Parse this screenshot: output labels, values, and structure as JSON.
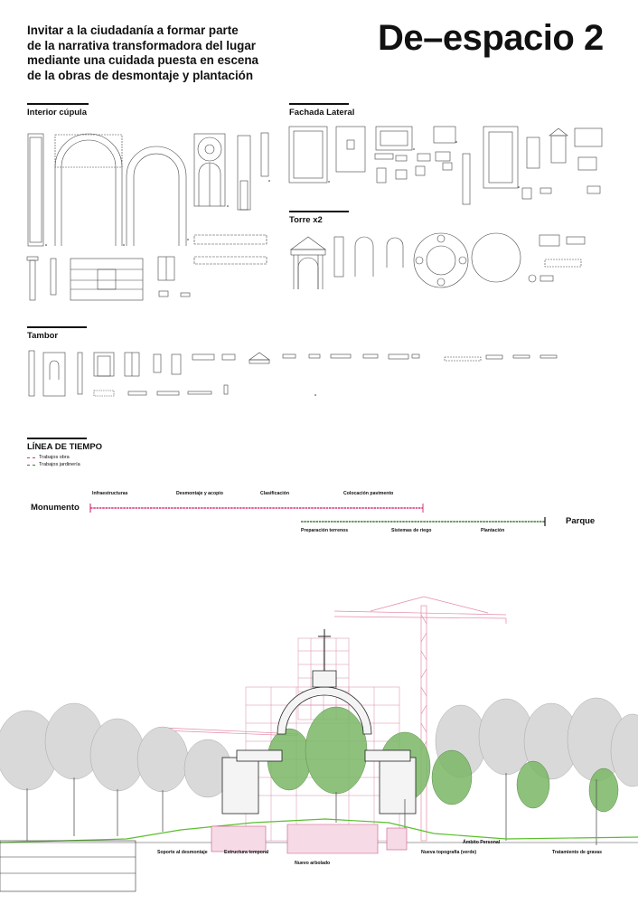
{
  "header": {
    "intro_lines": [
      "Invitar a la ciudadanía a formar parte",
      "de la narrativa transformadora del lugar",
      "mediante una cuidada puesta en escena",
      "de la obras de desmontaje y plantación"
    ],
    "title": "De–espacio 2"
  },
  "sections": {
    "interior_cupula": "Interior cúpula",
    "fachada_lateral": "Fachada Lateral",
    "torre": "Torre x2",
    "tambor": "Tambor"
  },
  "timeline": {
    "title": "LÍNEA DE TIEMPO",
    "legend": [
      {
        "label": "Trabajos obra",
        "color": "#d4367a"
      },
      {
        "label": "Trabajos jardinería",
        "color": "#3b7a2f"
      }
    ],
    "start_label": "Monumento",
    "end_label": "Parque",
    "obra_phases": [
      "Infraestructuras",
      "Desmontaje y acopio",
      "Clasificación",
      "Colocación pavimento"
    ],
    "jardineria_phases": [
      "Preparación terrenos",
      "Sistemas de riego",
      "Plantación"
    ]
  },
  "section_drawing": {
    "labels": [
      "Soporte al desmontaje",
      "Estructura temporal",
      "Nuevo arbolado",
      "Ámbito Personal",
      "Nueva topografía (verde)",
      "Tratamiento de gravas"
    ]
  },
  "colors": {
    "obra": "#d4367a",
    "jardineria": "#3b7a2f",
    "crane": "#e48aa8",
    "tree_green": "#4d9a3a",
    "line": "#444444"
  }
}
